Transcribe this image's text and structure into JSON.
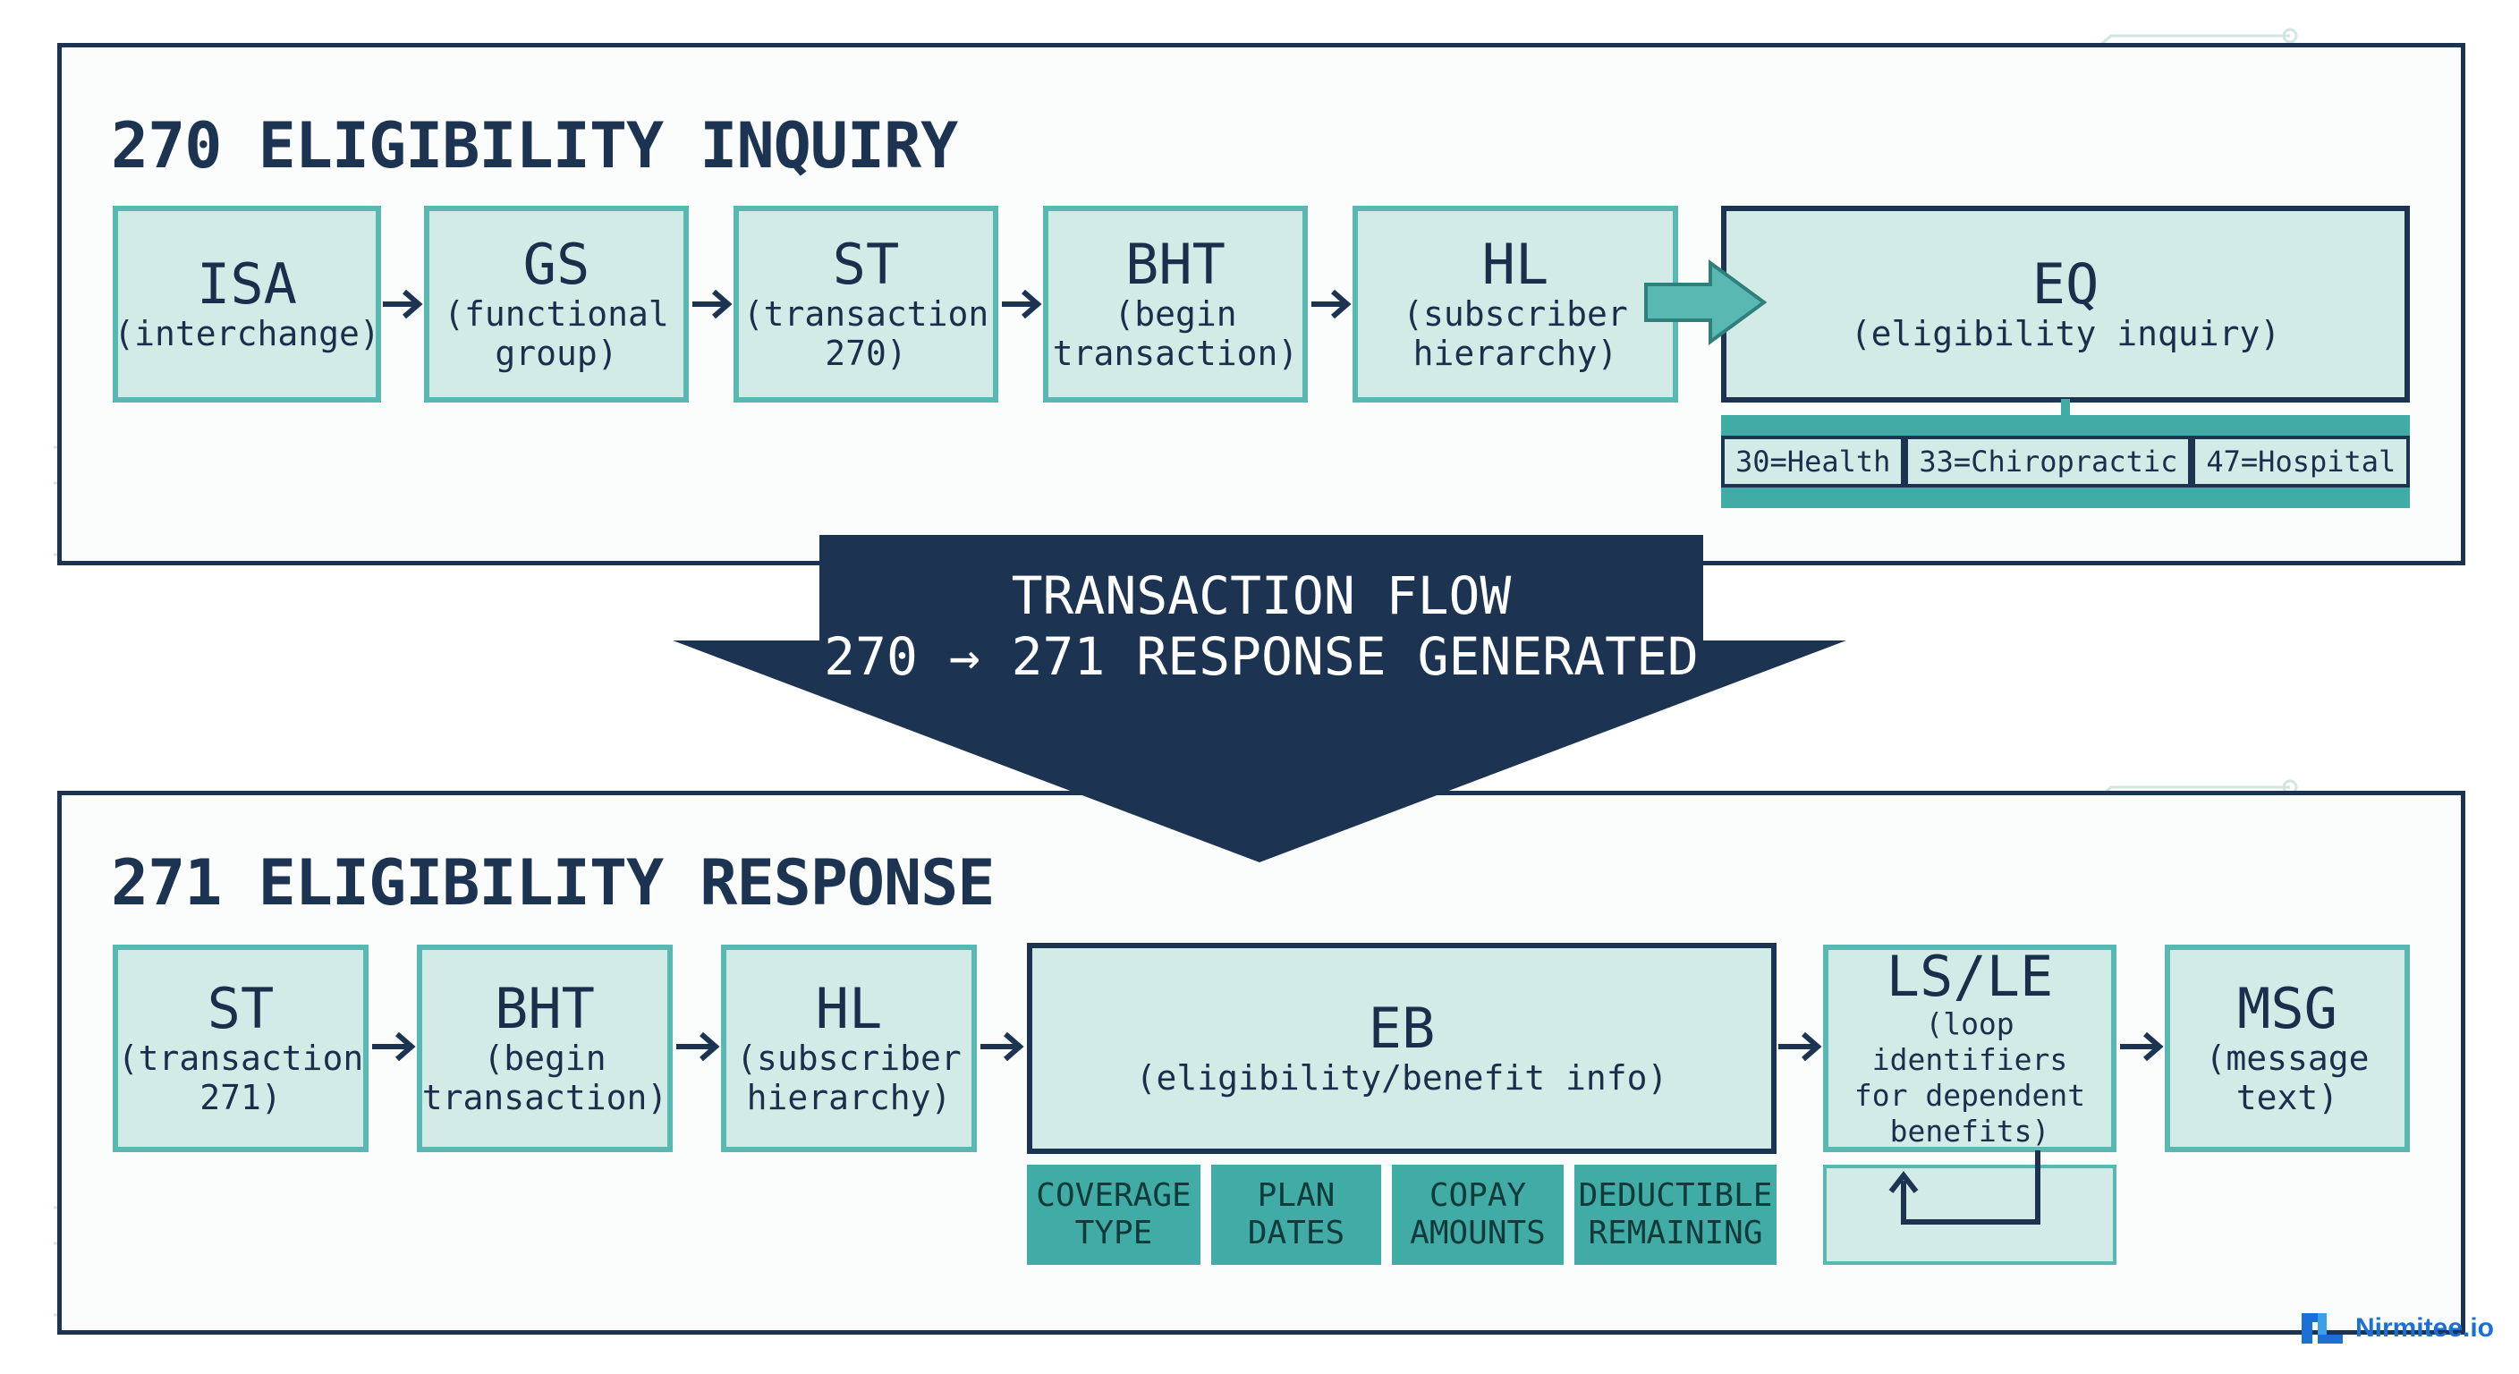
{
  "top_panel": {
    "title": "270 ELIGIBILITY INQUIRY",
    "segments": [
      {
        "code": "ISA",
        "desc": "(interchange)"
      },
      {
        "code": "GS",
        "desc": "(functional\ngroup)"
      },
      {
        "code": "ST",
        "desc": "(transaction\n270)"
      },
      {
        "code": "BHT",
        "desc": "(begin\ntransaction)"
      },
      {
        "code": "HL",
        "desc": "(subscriber\nhierarchy)"
      }
    ],
    "eq": {
      "code": "EQ",
      "desc": "(eligibility inquiry)"
    },
    "service_types": [
      "30=Health",
      "33=Chiropractic",
      "47=Hospital"
    ]
  },
  "flow": {
    "line1": "TRANSACTION FLOW",
    "line2": "270 → 271 RESPONSE GENERATED"
  },
  "bottom_panel": {
    "title": "271 ELIGIBILITY RESPONSE",
    "segments": [
      {
        "code": "ST",
        "desc": "(transaction\n271)"
      },
      {
        "code": "BHT",
        "desc": "(begin\ntransaction)"
      },
      {
        "code": "HL",
        "desc": "(subscriber\nhierarchy)"
      }
    ],
    "eb": {
      "code": "EB",
      "desc": "(eligibility/benefit info)"
    },
    "eb_details": [
      "COVERAGE\nTYPE",
      "PLAN\nDATES",
      "COPAY\nAMOUNTS",
      "DEDUCTIBLE\nREMAINING"
    ],
    "lsle": {
      "code": "LS/LE",
      "desc": "(loop identifiers\nfor dependent\nbenefits)"
    },
    "msg": {
      "code": "MSG",
      "desc": "(message\ntext)"
    }
  },
  "brand": {
    "name": "Nirmitee.io"
  },
  "colors": {
    "navy": "#1c3352",
    "teal_fill": "#d2ebe6",
    "teal_border": "#5ab8b2",
    "teal_dark": "#41aca6"
  }
}
